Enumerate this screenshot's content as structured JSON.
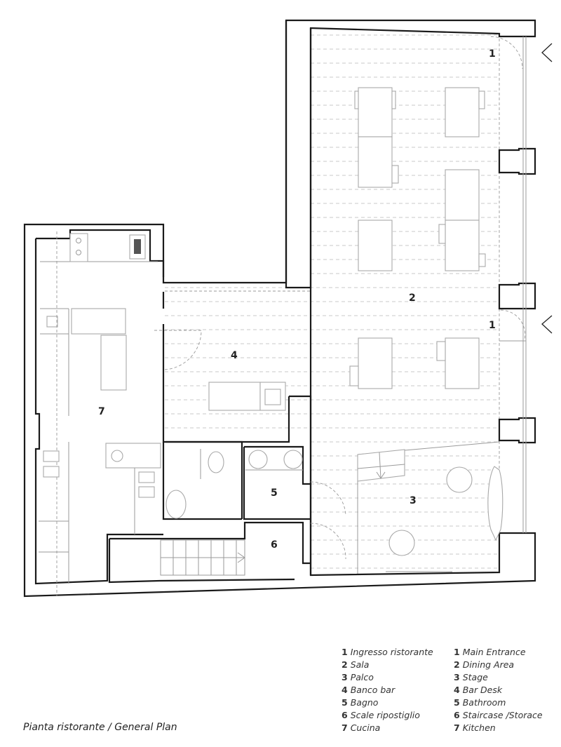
{
  "plan": {
    "title": "Pianta ristorante / General Plan",
    "room_labels": [
      {
        "id": "1",
        "name": "entrance-top",
        "text": "1"
      },
      {
        "id": "1b",
        "name": "entrance-middle",
        "text": "1"
      },
      {
        "id": "2",
        "name": "dining",
        "text": "2"
      },
      {
        "id": "3",
        "name": "stage",
        "text": "3"
      },
      {
        "id": "4",
        "name": "bar",
        "text": "4"
      },
      {
        "id": "5",
        "name": "bathroom",
        "text": "5"
      },
      {
        "id": "6",
        "name": "staircase",
        "text": "6"
      },
      {
        "id": "7",
        "name": "kitchen",
        "text": "7"
      }
    ],
    "entrance_markers": [
      "arrow-left",
      "arrow-left"
    ]
  },
  "legend": {
    "italian": [
      {
        "num": "1",
        "label": "Ingresso ristorante"
      },
      {
        "num": "2",
        "label": "Sala"
      },
      {
        "num": "3",
        "label": "Palco"
      },
      {
        "num": "4",
        "label": "Banco bar"
      },
      {
        "num": "5",
        "label": "Bagno"
      },
      {
        "num": "6",
        "label": "Scale ripostiglio"
      },
      {
        "num": "7",
        "label": "Cucina"
      }
    ],
    "english": [
      {
        "num": "1",
        "label": "Main Entrance"
      },
      {
        "num": "2",
        "label": "Dining Area"
      },
      {
        "num": "3",
        "label": "Stage"
      },
      {
        "num": "4",
        "label": "Bar Desk"
      },
      {
        "num": "5",
        "label": "Bathroom"
      },
      {
        "num": "6",
        "label": "Staircase /Storace"
      },
      {
        "num": "7",
        "label": "Kitchen"
      }
    ]
  },
  "caption": "Pianta ristorante / General Plan"
}
